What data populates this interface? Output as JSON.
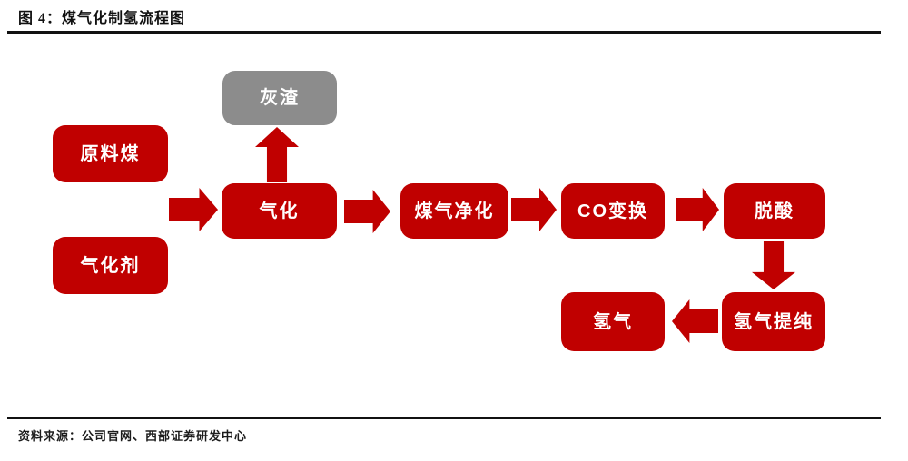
{
  "figure": {
    "title": "图 4：煤气化制氢流程图",
    "source": "资料来源：公司官网、西部证券研发中心"
  },
  "colors": {
    "box_red": "#C00000",
    "box_gray": "#8C8C8C",
    "line_black": "#111111",
    "box_text": "#FFFFFF"
  },
  "flowchart": {
    "nodes": {
      "ash": {
        "label": "灰渣",
        "role": "byproduct"
      },
      "raw_coal": {
        "label": "原料煤",
        "role": "input"
      },
      "gasifying_agent": {
        "label": "气化剂",
        "role": "input"
      },
      "gasification": {
        "label": "气化",
        "role": "process"
      },
      "gas_purification": {
        "label": "煤气净化",
        "role": "process"
      },
      "co_shift": {
        "label": "CO变换",
        "role": "process"
      },
      "deacidification": {
        "label": "脱酸",
        "role": "process"
      },
      "h2_purification": {
        "label": "氢气提纯",
        "role": "process"
      },
      "hydrogen": {
        "label": "氢气",
        "role": "output"
      }
    },
    "edges": [
      {
        "from": "raw_coal",
        "to": "gasification",
        "direction": "right"
      },
      {
        "from": "gasifying_agent",
        "to": "gasification",
        "direction": "right"
      },
      {
        "from": "gasification",
        "to": "ash",
        "direction": "up"
      },
      {
        "from": "gasification",
        "to": "gas_purification",
        "direction": "right"
      },
      {
        "from": "gas_purification",
        "to": "co_shift",
        "direction": "right"
      },
      {
        "from": "co_shift",
        "to": "deacidification",
        "direction": "right"
      },
      {
        "from": "deacidification",
        "to": "h2_purification",
        "direction": "down"
      },
      {
        "from": "h2_purification",
        "to": "hydrogen",
        "direction": "left"
      }
    ]
  }
}
